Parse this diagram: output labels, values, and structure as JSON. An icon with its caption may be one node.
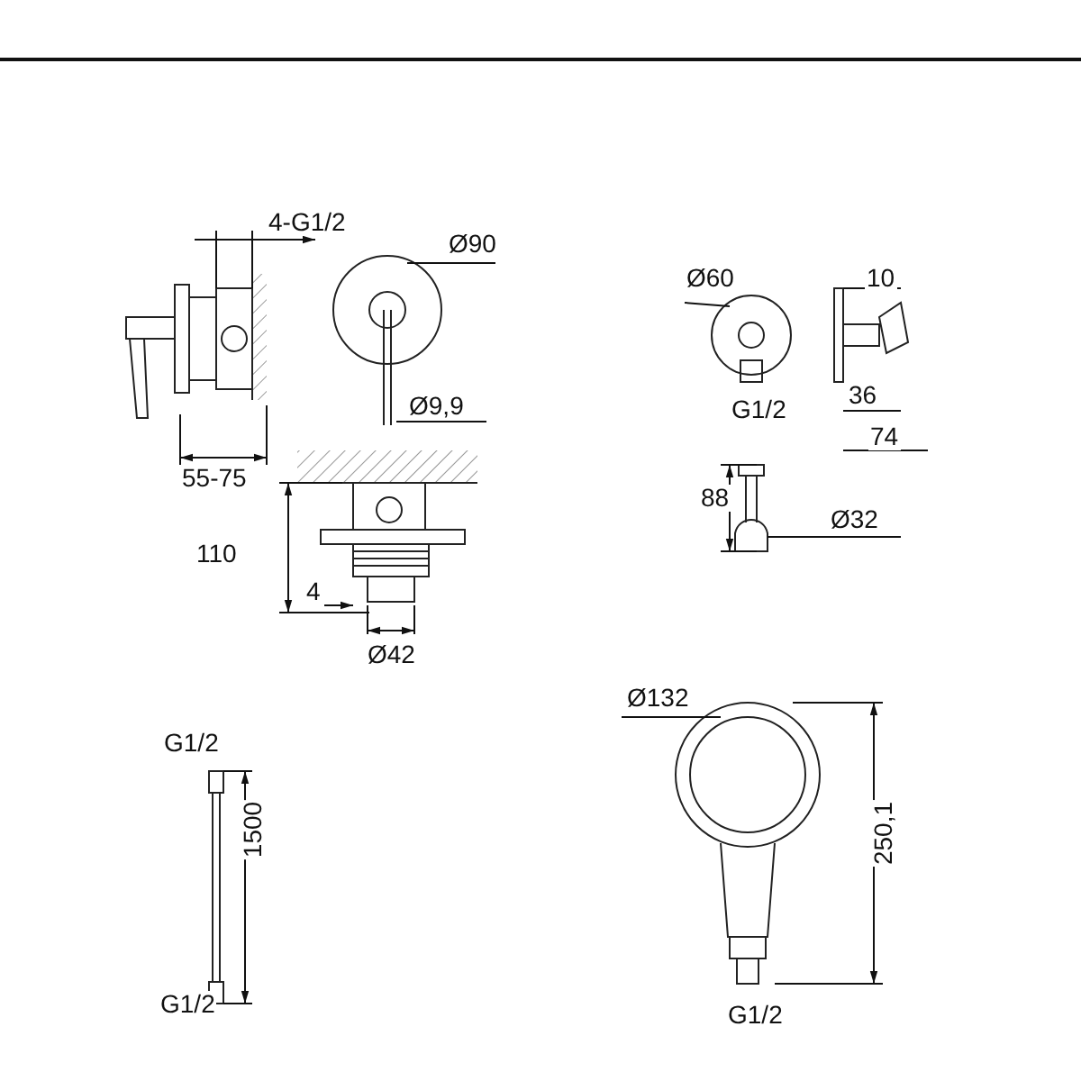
{
  "diagram": {
    "labels": [
      "4-G1/2",
      "Ø90",
      "Ø60",
      "10",
      "36",
      "Ø9,9",
      "G1/2",
      "74",
      "55-75",
      "88",
      "Ø32",
      "110",
      "4",
      "Ø42",
      "Ø132",
      "G1/2",
      "1500",
      "250,1",
      "G1/2",
      "G1/2"
    ]
  }
}
